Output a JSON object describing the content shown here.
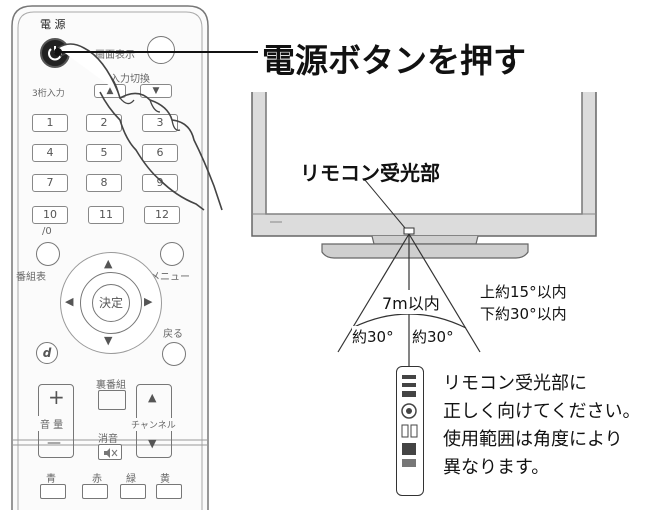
{
  "heading": "電源ボタンを押す",
  "sensor_label": "リモコン受光部",
  "distance_label": "7m以内",
  "angle_left": "約30°",
  "angle_right": "約30°",
  "vertical_angle": {
    "upper": "上約15°以内",
    "lower": "下約30°以内"
  },
  "instruction_lines": [
    "リモコン受光部に",
    "正しく向けてください。",
    "使用範囲は角度により",
    "異なります。"
  ],
  "remote": {
    "power_label": "電 源",
    "screen_display": "画面表示",
    "input_switch": "入力切換",
    "input_3": "3桁入力",
    "number_keys": [
      "1",
      "2",
      "3",
      "4",
      "5",
      "6",
      "7",
      "8",
      "9",
      "10",
      "11",
      "12"
    ],
    "zero_label": "/0",
    "program_guide": "番組表",
    "menu": "メニュー",
    "enter": "決定",
    "back": "戻る",
    "d_button": "d",
    "back_program": "裏番組",
    "volume": "音 量",
    "channel": "チャンネル",
    "mute": "消音",
    "mute_icon": "speaker-mute-icon",
    "plus": "+",
    "minus": "—",
    "colors": [
      "青",
      "赤",
      "緑",
      "黄"
    ]
  }
}
